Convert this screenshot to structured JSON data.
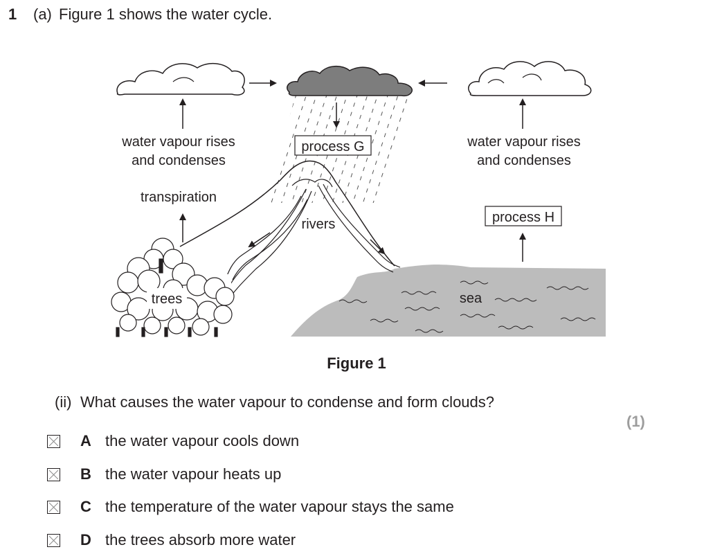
{
  "question": {
    "number": "1",
    "part": "(a)",
    "intro": "Figure 1 shows the water cycle."
  },
  "figure": {
    "labels": {
      "left_rises_line1": "water vapour rises",
      "left_rises_line2": "and condenses",
      "right_rises_line1": "water vapour rises",
      "right_rises_line2": "and condenses",
      "transpiration": "transpiration",
      "process_g": "process G",
      "process_h": "process H",
      "rivers": "rivers",
      "trees": "trees",
      "sea": "sea"
    },
    "caption": "Figure 1"
  },
  "subquestion": {
    "number": "(ii)",
    "text": "What causes the water vapour to condense and form clouds?",
    "marks": "(1)"
  },
  "options": [
    {
      "letter": "A",
      "text": "the water vapour cools down"
    },
    {
      "letter": "B",
      "text": "the water vapour heats up"
    },
    {
      "letter": "C",
      "text": "the temperature of the water vapour stays the same"
    },
    {
      "letter": "D",
      "text": "the trees absorb more water"
    }
  ],
  "colors": {
    "rain_cloud": "#7d7d7d",
    "sea": "#bcbcbc",
    "ink": "#231f20",
    "marks": "#9d9d9d"
  }
}
